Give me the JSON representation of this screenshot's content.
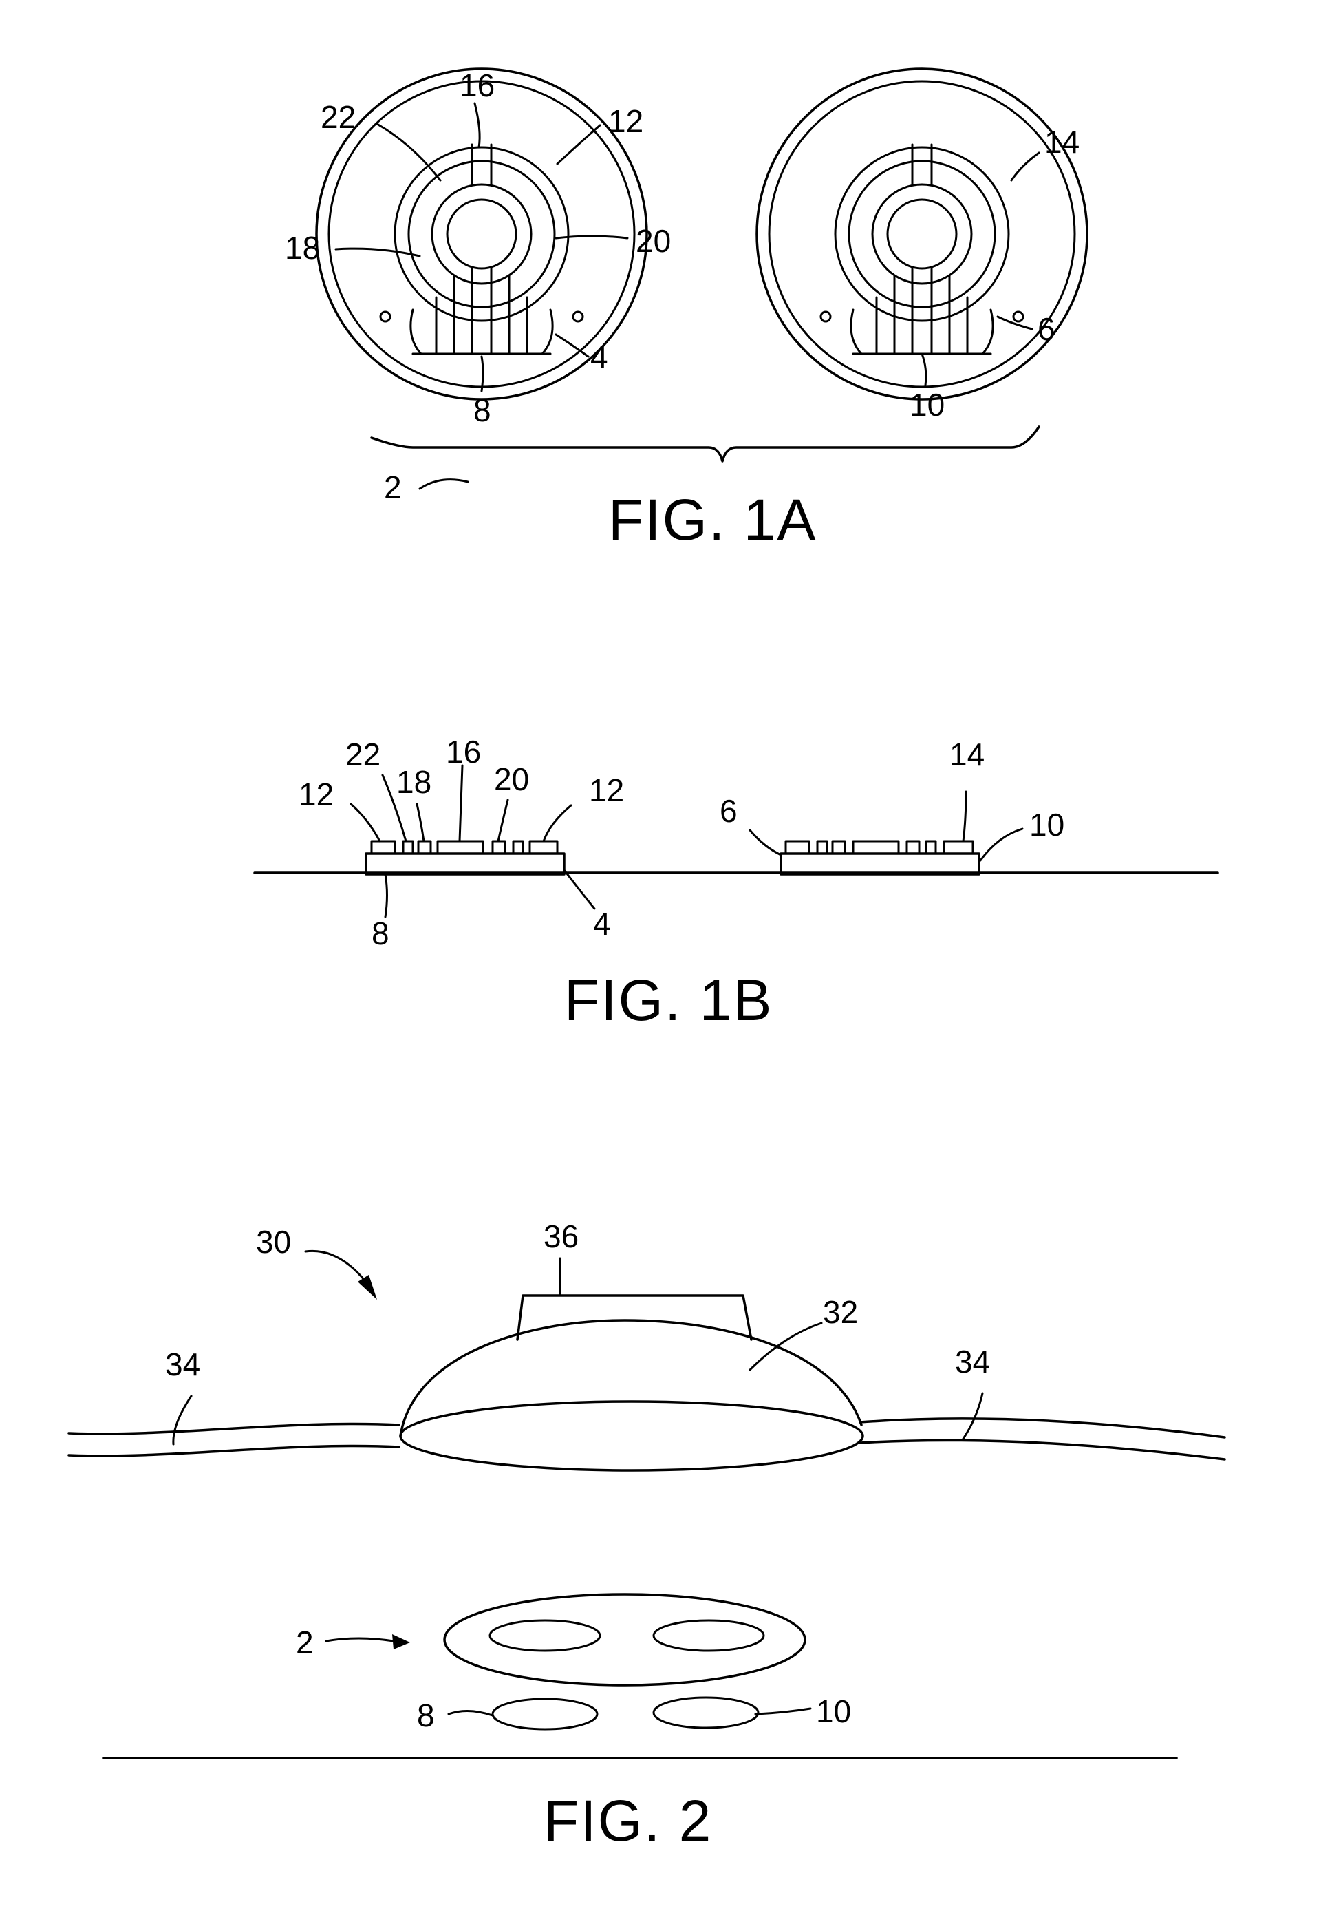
{
  "fig1a": {
    "caption": "FIG. 1A",
    "labels": {
      "n16": "16",
      "n22": "22",
      "n12": "12",
      "n18": "18",
      "n20": "20",
      "n4": "4",
      "n8": "8",
      "n14": "14",
      "n6": "6",
      "n10": "10",
      "n2": "2"
    }
  },
  "fig1b": {
    "caption": "FIG. 1B",
    "labels": {
      "n22": "22",
      "n16": "16",
      "n18": "18",
      "n20": "20",
      "n12a": "12",
      "n12b": "12",
      "n8": "8",
      "n4": "4",
      "n6": "6",
      "n14": "14",
      "n10": "10"
    }
  },
  "fig2": {
    "caption": "FIG. 2",
    "labels": {
      "n30": "30",
      "n36": "36",
      "n32": "32",
      "n34a": "34",
      "n34b": "34",
      "n2": "2",
      "n8": "8",
      "n10": "10"
    }
  }
}
